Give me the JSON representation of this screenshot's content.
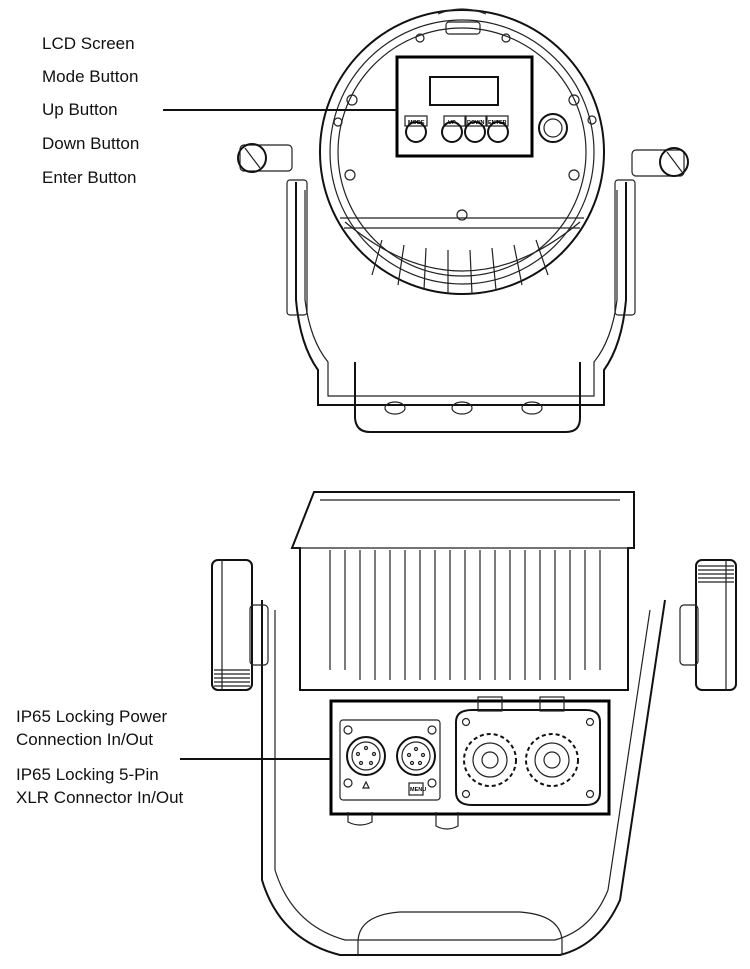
{
  "top_view": {
    "labels": [
      "LCD Screen",
      "Mode Button",
      "Up Button",
      "Down Button",
      "Enter Button"
    ],
    "button_texts": [
      "MODE",
      "UP",
      "DOWN",
      "ENTER"
    ]
  },
  "bottom_view": {
    "labels": [
      "IP65 Locking Power",
      "Connection In/Out",
      "IP65 Locking 5-Pin",
      "XLR Connector In/Out"
    ],
    "connector_tag": "MENU"
  }
}
